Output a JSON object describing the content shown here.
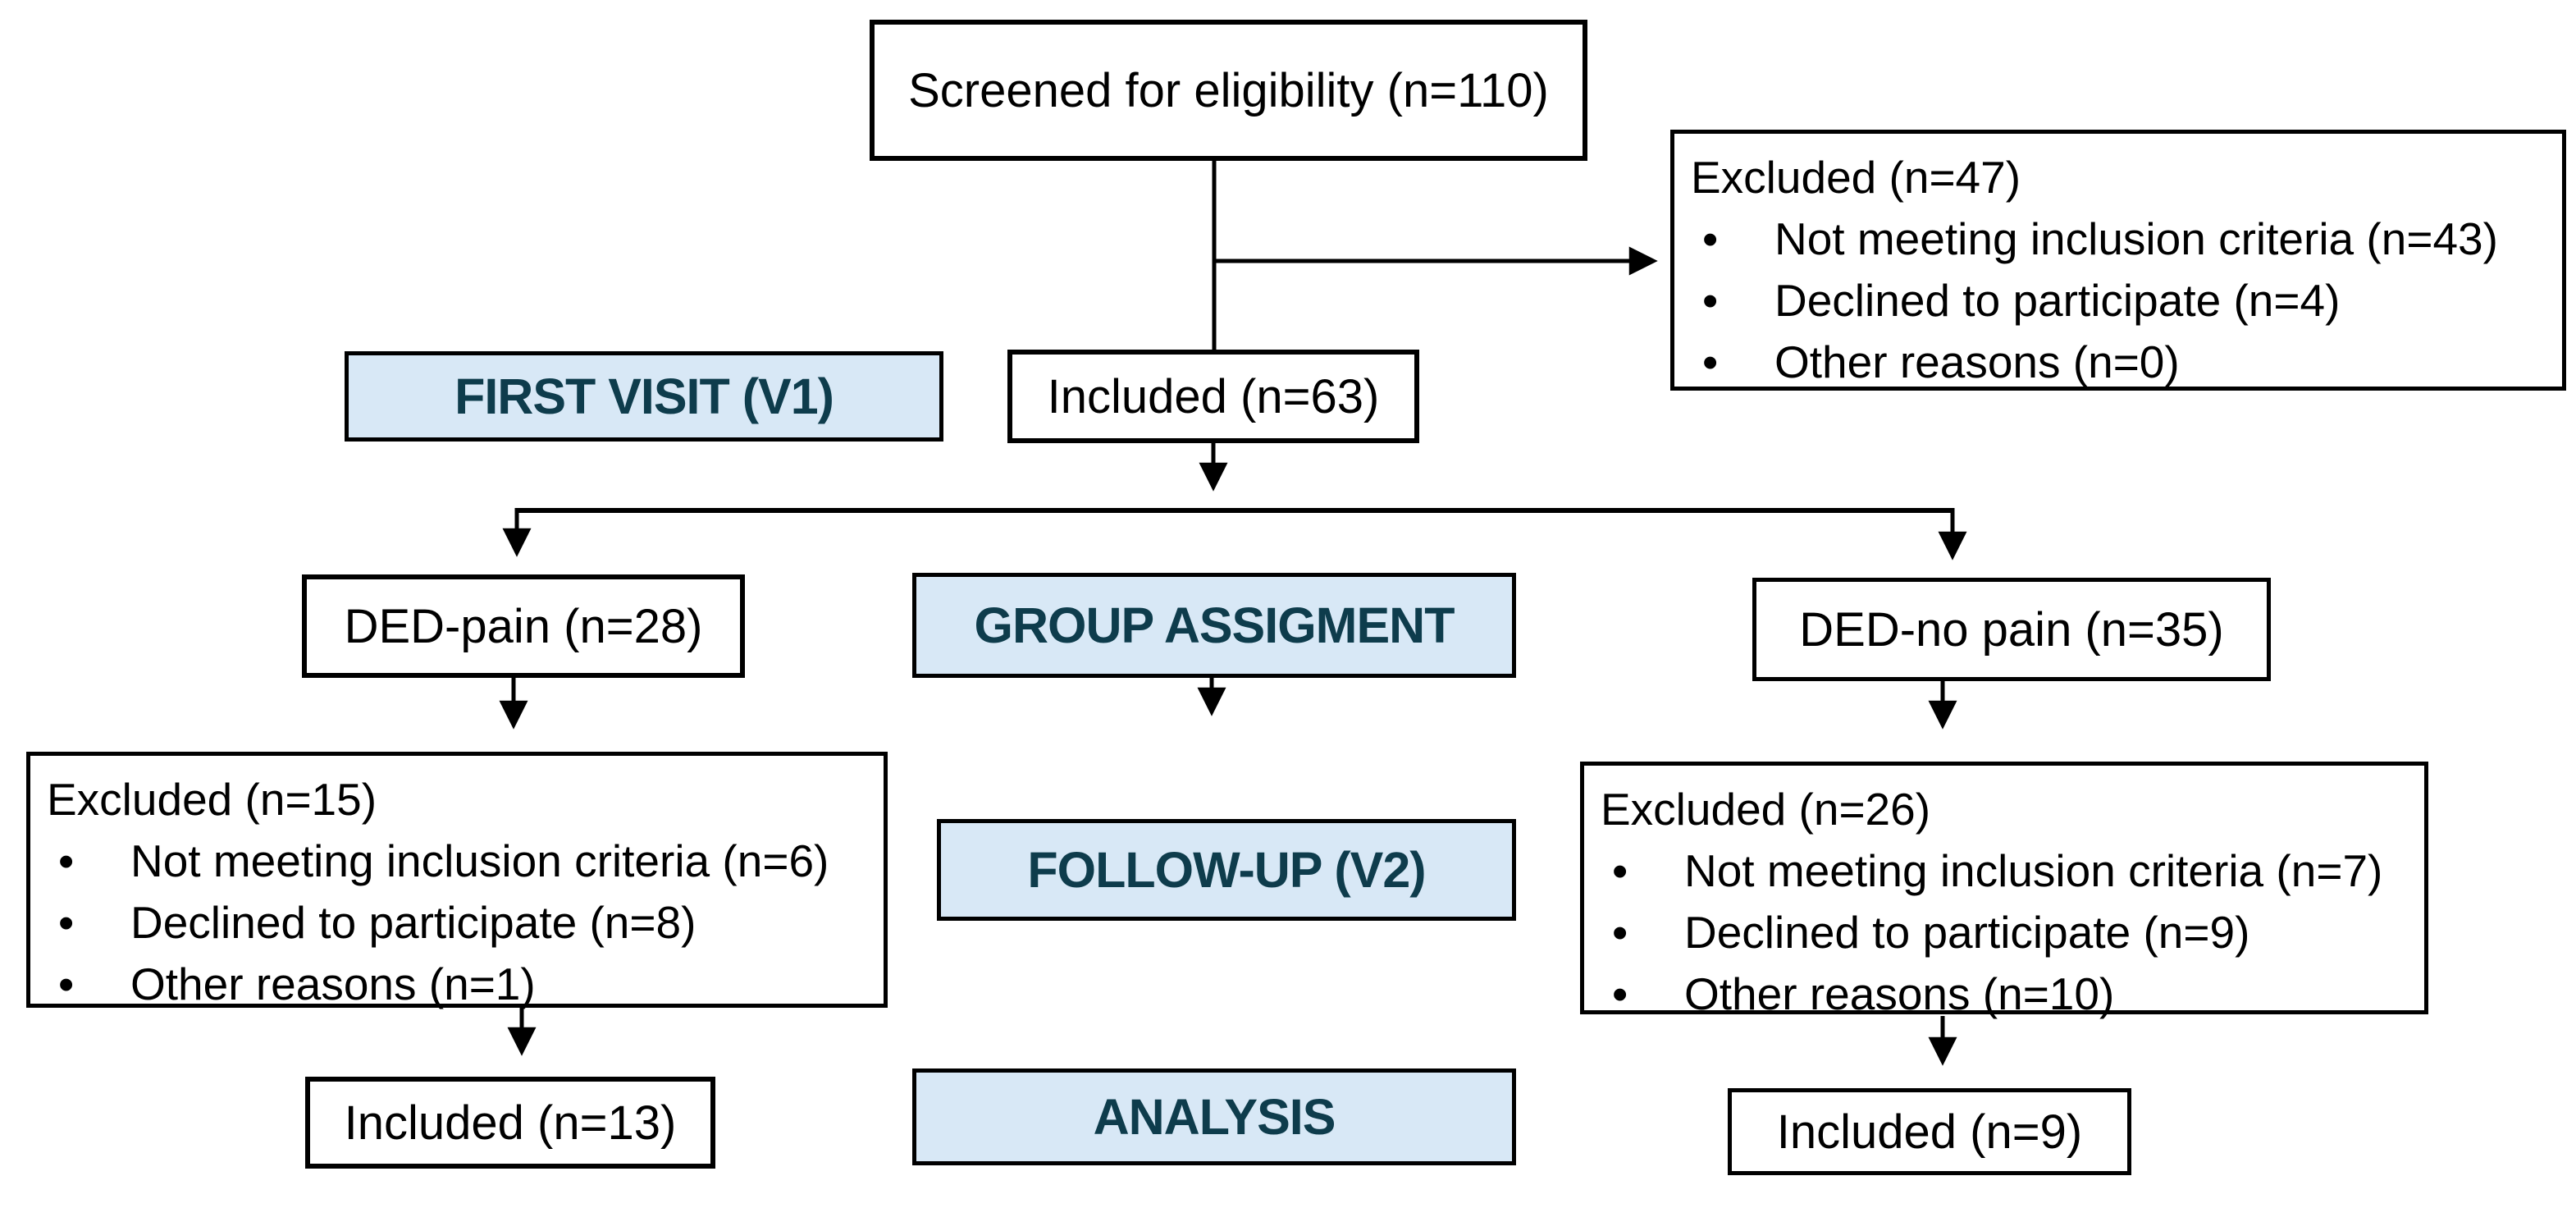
{
  "diagram": {
    "type": "participant-flow-diagram",
    "colors": {
      "background": "#ffffff",
      "box_fill": "#ffffff",
      "box_border": "#000000",
      "text": "#000000",
      "stage_fill": "#d8e8f6",
      "stage_text": "#0e3c4c",
      "connector": "#000000"
    },
    "stages": {
      "first_visit": "FIRST VISIT (V1)",
      "group_assignment": "GROUP ASSIGMENT",
      "follow_up": "FOLLOW-UP (V2)",
      "analysis": "ANALYSIS"
    },
    "nodes": {
      "screened": "Screened for eligibility (n=110)",
      "excluded_screening": {
        "title": "Excluded (n=47)",
        "items": [
          "Not meeting inclusion criteria (n=43)",
          "Declined to participate (n=4)",
          "Other reasons (n=0)"
        ]
      },
      "included_v1": "Included (n=63)",
      "ded_pain": "DED-pain (n=28)",
      "ded_no_pain": "DED-no pain (n=35)",
      "excluded_ded_pain": {
        "title": "Excluded (n=15)",
        "items": [
          "Not meeting inclusion criteria (n=6)",
          "Declined to participate (n=8)",
          "Other reasons (n=1)"
        ]
      },
      "excluded_ded_no_pain": {
        "title": "Excluded (n=26)",
        "items": [
          "Not meeting inclusion criteria (n=7)",
          "Declined to participate (n=9)",
          "Other reasons (n=10)"
        ]
      },
      "included_ded_pain": "Included (n=13)",
      "included_ded_no_pain": "Included (n=9)"
    },
    "edges": [
      {
        "from": "screened",
        "to": "included_v1"
      },
      {
        "from": "screened",
        "to": "excluded_screening"
      },
      {
        "from": "included_v1",
        "to": "ded_pain"
      },
      {
        "from": "included_v1",
        "to": "ded_no_pain"
      },
      {
        "from": "ded_pain",
        "to": "excluded_ded_pain"
      },
      {
        "from": "ded_no_pain",
        "to": "excluded_ded_no_pain"
      },
      {
        "from": "group_assignment",
        "to": "follow_up"
      },
      {
        "from": "excluded_ded_pain",
        "to": "included_ded_pain"
      },
      {
        "from": "excluded_ded_no_pain",
        "to": "included_ded_no_pain"
      }
    ]
  }
}
